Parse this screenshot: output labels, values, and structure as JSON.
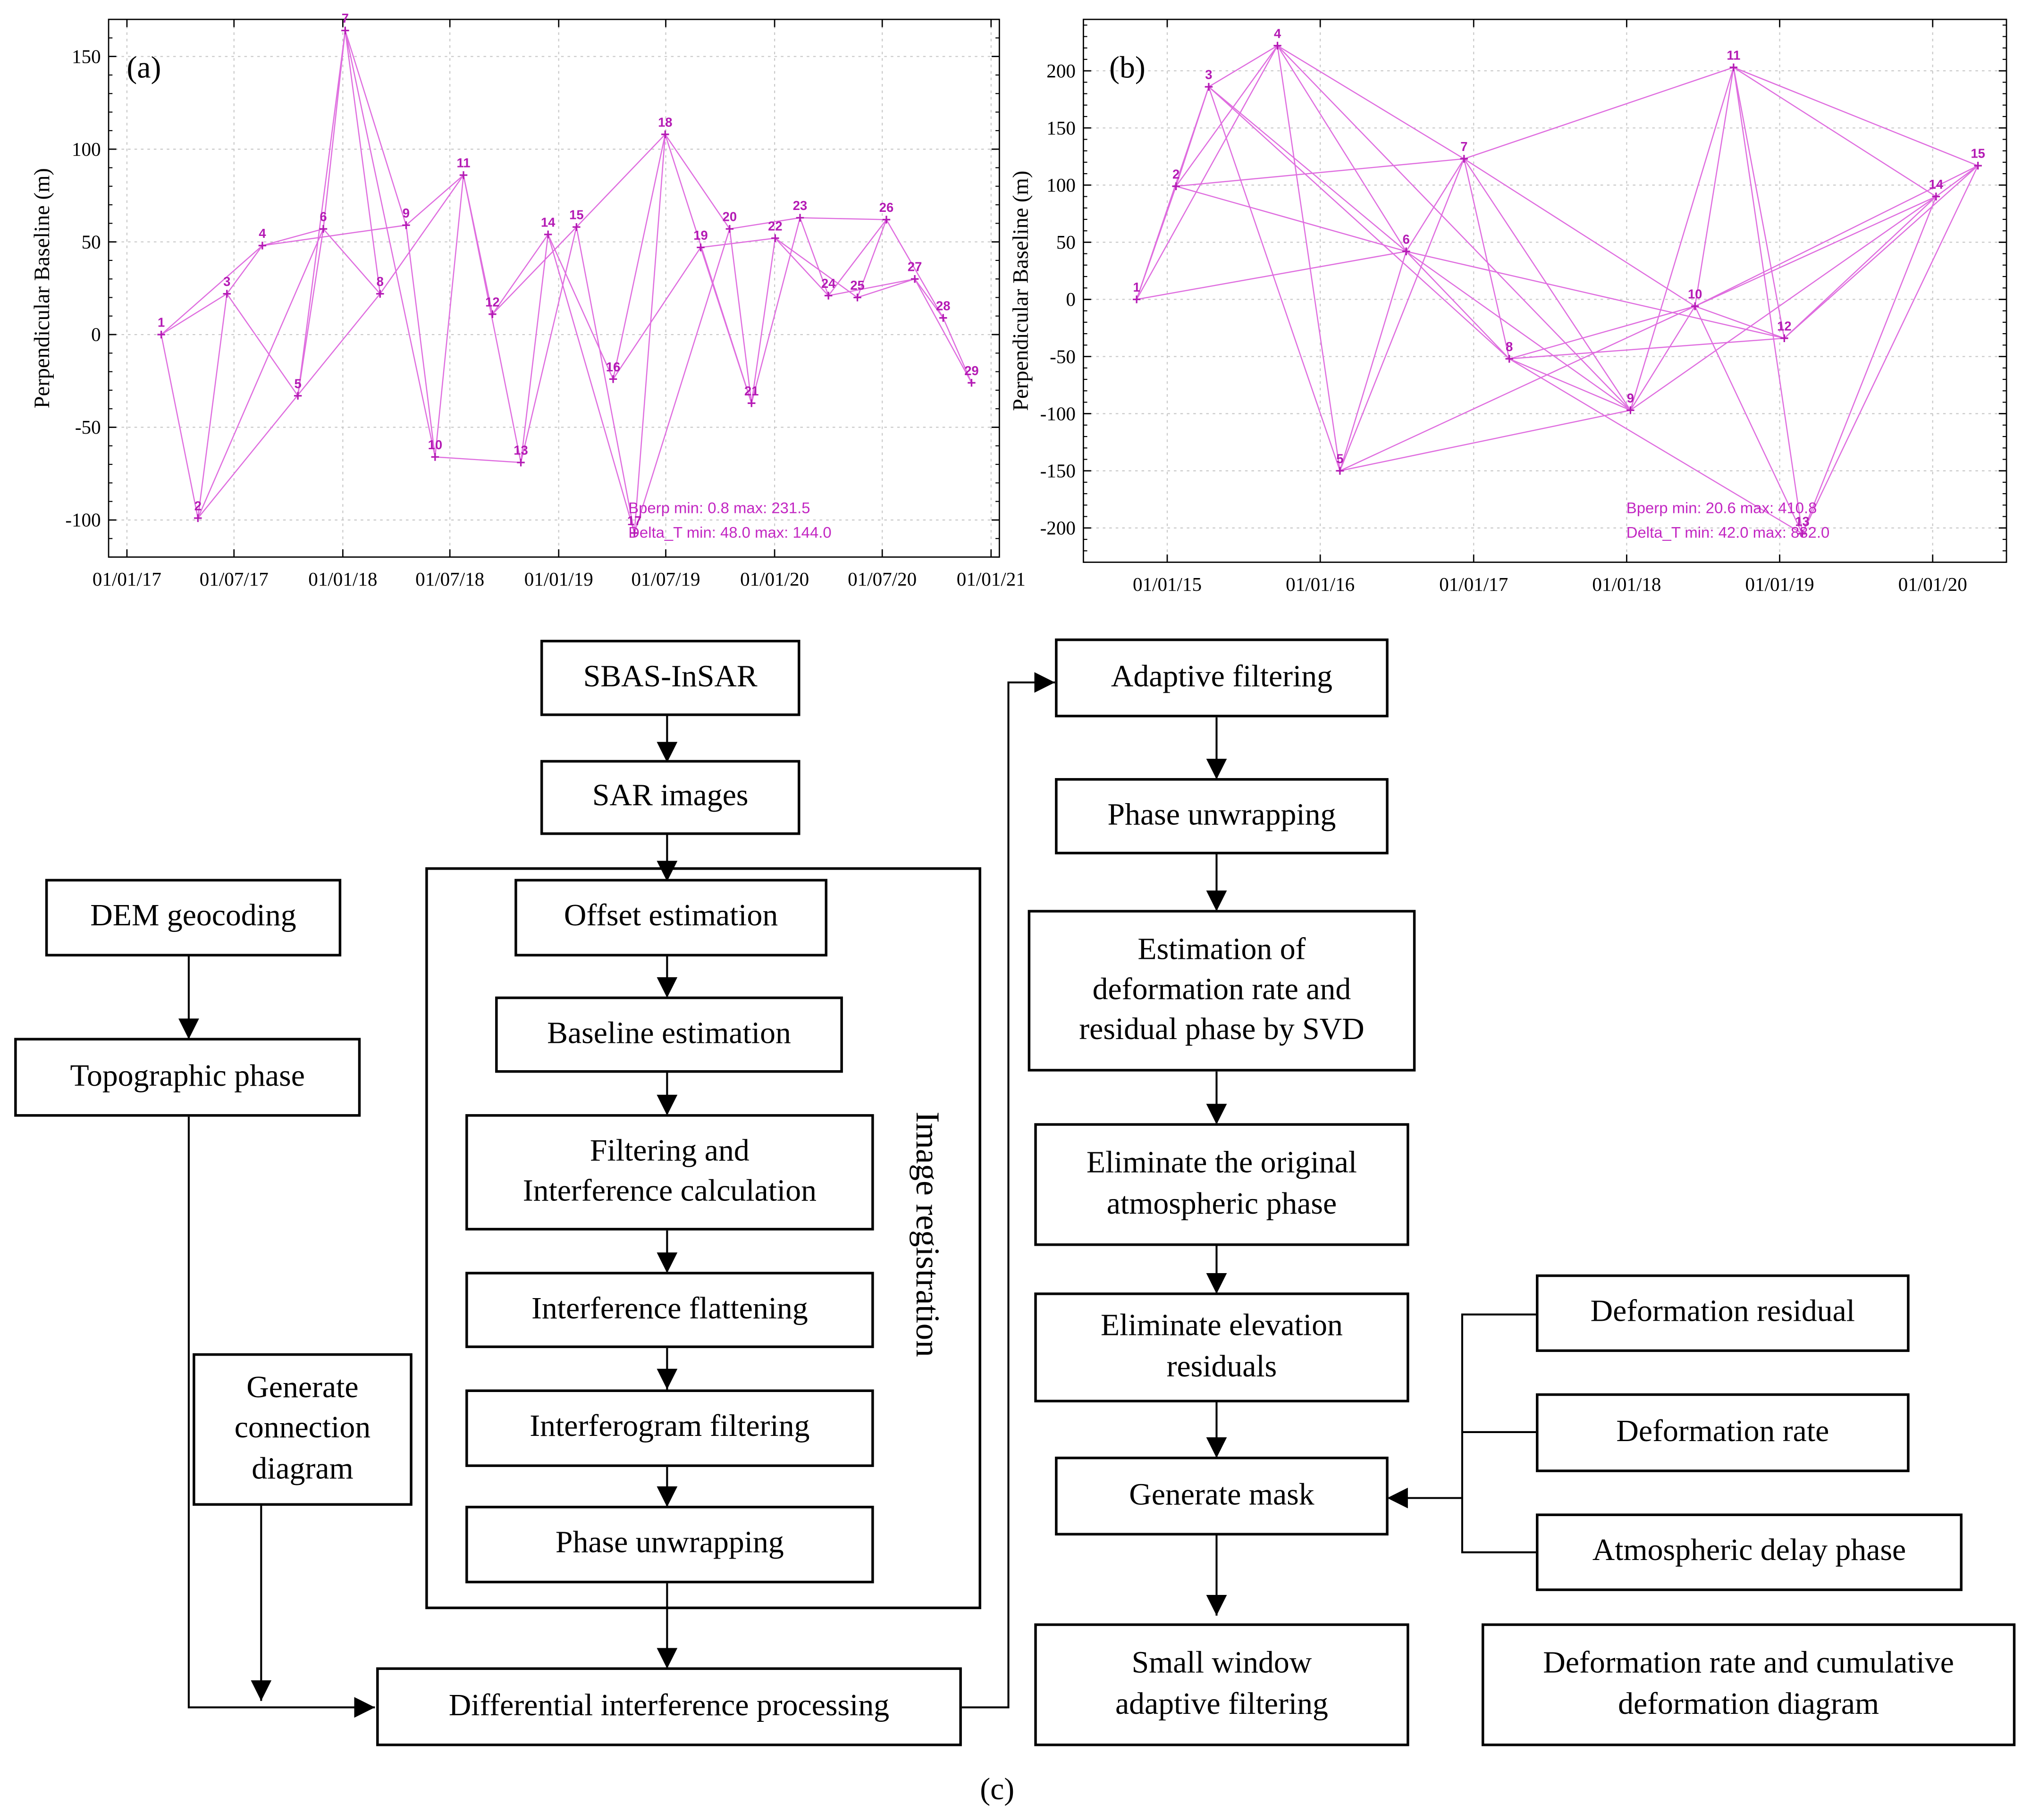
{
  "colors": {
    "baseline": "#df6ddf",
    "point": "#b41ab4",
    "stats": "#c226c2",
    "axis": "#000000"
  },
  "chart_data": [
    {
      "type": "network",
      "panel_label": "(a)",
      "ylabel": "Perpendicular Baseline (m)",
      "xlabel": "",
      "x_ticks": [
        "01/01/17",
        "01/07/17",
        "01/01/18",
        "01/07/18",
        "01/01/19",
        "01/07/19",
        "01/01/20",
        "01/07/20",
        "01/01/21"
      ],
      "x_tick_dates": [
        "2017-01-01",
        "2017-07-01",
        "2018-01-01",
        "2018-07-01",
        "2019-01-01",
        "2019-07-01",
        "2020-01-01",
        "2020-07-01",
        "2021-01-01"
      ],
      "xlim": [
        "2016-12-01",
        "2021-01-15"
      ],
      "y_ticks": [
        -100,
        -50,
        0,
        50,
        100,
        150
      ],
      "ylim": [
        -120,
        170
      ],
      "grid": true,
      "points": [
        {
          "id": "1",
          "date": "2017-02-28",
          "y": 0
        },
        {
          "id": "2",
          "date": "2017-05-01",
          "y": -99
        },
        {
          "id": "3",
          "date": "2017-06-19",
          "y": 22
        },
        {
          "id": "4",
          "date": "2017-08-18",
          "y": 48
        },
        {
          "id": "5",
          "date": "2017-10-17",
          "y": -33
        },
        {
          "id": "6",
          "date": "2017-11-29",
          "y": 57
        },
        {
          "id": "7",
          "date": "2018-01-05",
          "y": 164
        },
        {
          "id": "8",
          "date": "2018-03-05",
          "y": 22
        },
        {
          "id": "9",
          "date": "2018-04-18",
          "y": 59
        },
        {
          "id": "10",
          "date": "2018-06-06",
          "y": -66
        },
        {
          "id": "11",
          "date": "2018-07-24",
          "y": 86
        },
        {
          "id": "12",
          "date": "2018-09-11",
          "y": 11
        },
        {
          "id": "13",
          "date": "2018-10-29",
          "y": -69
        },
        {
          "id": "14",
          "date": "2018-12-14",
          "y": 54
        },
        {
          "id": "15",
          "date": "2019-01-31",
          "y": 58
        },
        {
          "id": "16",
          "date": "2019-04-03",
          "y": -24
        },
        {
          "id": "17",
          "date": "2019-05-09",
          "y": -107
        },
        {
          "id": "18",
          "date": "2019-06-30",
          "y": 108
        },
        {
          "id": "19",
          "date": "2019-08-29",
          "y": 47
        },
        {
          "id": "20",
          "date": "2019-10-17",
          "y": 57
        },
        {
          "id": "21",
          "date": "2019-11-23",
          "y": -37
        },
        {
          "id": "22",
          "date": "2020-01-02",
          "y": 52
        },
        {
          "id": "23",
          "date": "2020-02-13",
          "y": 63
        },
        {
          "id": "24",
          "date": "2020-04-01",
          "y": 21
        },
        {
          "id": "25",
          "date": "2020-05-20",
          "y": 20
        },
        {
          "id": "26",
          "date": "2020-07-08",
          "y": 62
        },
        {
          "id": "27",
          "date": "2020-08-25",
          "y": 30
        },
        {
          "id": "28",
          "date": "2020-10-12",
          "y": 9
        },
        {
          "id": "29",
          "date": "2020-11-29",
          "y": -26
        }
      ],
      "edges": [
        [
          "1",
          "2"
        ],
        [
          "1",
          "3"
        ],
        [
          "1",
          "4"
        ],
        [
          "2",
          "3"
        ],
        [
          "2",
          "6"
        ],
        [
          "2",
          "8"
        ],
        [
          "3",
          "4"
        ],
        [
          "3",
          "5"
        ],
        [
          "4",
          "6"
        ],
        [
          "4",
          "9"
        ],
        [
          "5",
          "6"
        ],
        [
          "5",
          "7"
        ],
        [
          "6",
          "7"
        ],
        [
          "6",
          "8"
        ],
        [
          "7",
          "8"
        ],
        [
          "7",
          "9"
        ],
        [
          "7",
          "10"
        ],
        [
          "8",
          "11"
        ],
        [
          "9",
          "10"
        ],
        [
          "9",
          "11"
        ],
        [
          "10",
          "11"
        ],
        [
          "10",
          "13"
        ],
        [
          "11",
          "12"
        ],
        [
          "11",
          "13"
        ],
        [
          "12",
          "14"
        ],
        [
          "12",
          "15"
        ],
        [
          "13",
          "14"
        ],
        [
          "13",
          "15"
        ],
        [
          "14",
          "16"
        ],
        [
          "14",
          "17"
        ],
        [
          "15",
          "17"
        ],
        [
          "15",
          "18"
        ],
        [
          "16",
          "18"
        ],
        [
          "16",
          "19"
        ],
        [
          "17",
          "18"
        ],
        [
          "17",
          "20"
        ],
        [
          "18",
          "20"
        ],
        [
          "18",
          "21"
        ],
        [
          "19",
          "21"
        ],
        [
          "19",
          "22"
        ],
        [
          "20",
          "21"
        ],
        [
          "20",
          "23"
        ],
        [
          "21",
          "22"
        ],
        [
          "21",
          "23"
        ],
        [
          "22",
          "24"
        ],
        [
          "22",
          "25"
        ],
        [
          "23",
          "24"
        ],
        [
          "23",
          "26"
        ],
        [
          "24",
          "26"
        ],
        [
          "24",
          "27"
        ],
        [
          "25",
          "26"
        ],
        [
          "25",
          "27"
        ],
        [
          "26",
          "28"
        ],
        [
          "27",
          "28"
        ],
        [
          "27",
          "29"
        ],
        [
          "28",
          "29"
        ]
      ],
      "stats": [
        "Bperp  min:  0.8  max:  231.5",
        "Delta_T min:  48.0  max:  144.0"
      ]
    },
    {
      "type": "network",
      "panel_label": "(b)",
      "ylabel": "Perpendicular Baseline (m)",
      "xlabel": "",
      "x_ticks": [
        "01/01/15",
        "01/01/16",
        "01/01/17",
        "01/01/18",
        "01/01/19",
        "01/01/20"
      ],
      "x_tick_dates": [
        "2015-01-01",
        "2016-01-01",
        "2017-01-01",
        "2018-01-01",
        "2019-01-01",
        "2020-01-01"
      ],
      "xlim": [
        "2014-06-15",
        "2020-06-25"
      ],
      "y_ticks": [
        -200,
        -150,
        -100,
        -50,
        0,
        50,
        100,
        150,
        200
      ],
      "ylim": [
        -230,
        245
      ],
      "grid": true,
      "points": [
        {
          "id": "1",
          "date": "2014-10-20",
          "y": 0
        },
        {
          "id": "2",
          "date": "2015-01-22",
          "y": 99
        },
        {
          "id": "3",
          "date": "2015-04-10",
          "y": 186
        },
        {
          "id": "4",
          "date": "2015-09-21",
          "y": 222
        },
        {
          "id": "5",
          "date": "2016-02-17",
          "y": -150
        },
        {
          "id": "6",
          "date": "2016-07-24",
          "y": 42
        },
        {
          "id": "7",
          "date": "2016-12-09",
          "y": 123
        },
        {
          "id": "8",
          "date": "2017-03-27",
          "y": -52
        },
        {
          "id": "9",
          "date": "2018-01-10",
          "y": -97
        },
        {
          "id": "10",
          "date": "2018-06-13",
          "y": -6
        },
        {
          "id": "11",
          "date": "2018-09-13",
          "y": 203
        },
        {
          "id": "12",
          "date": "2019-01-12",
          "y": -34
        },
        {
          "id": "13",
          "date": "2019-02-24",
          "y": -205
        },
        {
          "id": "14",
          "date": "2020-01-09",
          "y": 90
        },
        {
          "id": "15",
          "date": "2020-04-18",
          "y": 117
        }
      ],
      "edges": [
        [
          "1",
          "2"
        ],
        [
          "1",
          "3"
        ],
        [
          "1",
          "4"
        ],
        [
          "1",
          "6"
        ],
        [
          "2",
          "3"
        ],
        [
          "2",
          "4"
        ],
        [
          "2",
          "6"
        ],
        [
          "2",
          "7"
        ],
        [
          "3",
          "4"
        ],
        [
          "3",
          "5"
        ],
        [
          "3",
          "6"
        ],
        [
          "3",
          "8"
        ],
        [
          "4",
          "5"
        ],
        [
          "4",
          "6"
        ],
        [
          "4",
          "7"
        ],
        [
          "4",
          "9"
        ],
        [
          "5",
          "6"
        ],
        [
          "5",
          "7"
        ],
        [
          "5",
          "9"
        ],
        [
          "5",
          "10"
        ],
        [
          "6",
          "7"
        ],
        [
          "6",
          "8"
        ],
        [
          "6",
          "9"
        ],
        [
          "6",
          "12"
        ],
        [
          "7",
          "8"
        ],
        [
          "7",
          "9"
        ],
        [
          "7",
          "10"
        ],
        [
          "7",
          "11"
        ],
        [
          "8",
          "9"
        ],
        [
          "8",
          "10"
        ],
        [
          "8",
          "12"
        ],
        [
          "8",
          "13"
        ],
        [
          "9",
          "10"
        ],
        [
          "9",
          "11"
        ],
        [
          "9",
          "14"
        ],
        [
          "10",
          "11"
        ],
        [
          "10",
          "12"
        ],
        [
          "10",
          "13"
        ],
        [
          "10",
          "14"
        ],
        [
          "10",
          "15"
        ],
        [
          "11",
          "12"
        ],
        [
          "11",
          "13"
        ],
        [
          "11",
          "14"
        ],
        [
          "11",
          "15"
        ],
        [
          "12",
          "14"
        ],
        [
          "12",
          "15"
        ],
        [
          "13",
          "14"
        ],
        [
          "13",
          "15"
        ],
        [
          "14",
          "15"
        ]
      ],
      "stats": [
        "Bperp  min:  20.6  max:  410.8",
        "Delta_T min:  42.0  max:  882.0"
      ]
    }
  ],
  "flowchart": {
    "sbas": "SBAS-InSAR",
    "sar_images": "SAR images",
    "offset_estimation": "Offset estimation",
    "baseline_estimation": "Baseline estimation",
    "filtering_interference": "Filtering and\nInterference calculation",
    "interference_flattening": "Interference flattening",
    "interferogram_filtering": "Interferogram filtering",
    "phase_unwrapping_1": "Phase unwrapping",
    "image_registration": "Image registration",
    "dem_geocoding": "DEM geocoding",
    "topographic_phase": "Topographic phase",
    "generate_connection": "Generate\nconnection\ndiagram",
    "differential_processing": "Differential interference processing",
    "adaptive_filtering": "Adaptive filtering",
    "phase_unwrapping_2": "Phase unwrapping",
    "svd_estimation": "Estimation of\ndeformation rate and\nresidual phase by SVD",
    "eliminate_atmospheric": "Eliminate the original\natmospheric phase",
    "eliminate_elevation": "Eliminate elevation\nresiduals",
    "generate_mask": "Generate mask",
    "small_window": "Small window\nadaptive filtering",
    "deformation_residual": "Deformation residual",
    "deformation_rate": "Deformation rate",
    "atmospheric_delay": "Atmospheric delay phase",
    "final_output": "Deformation rate and cumulative\ndeformation diagram",
    "caption": "(c)"
  }
}
